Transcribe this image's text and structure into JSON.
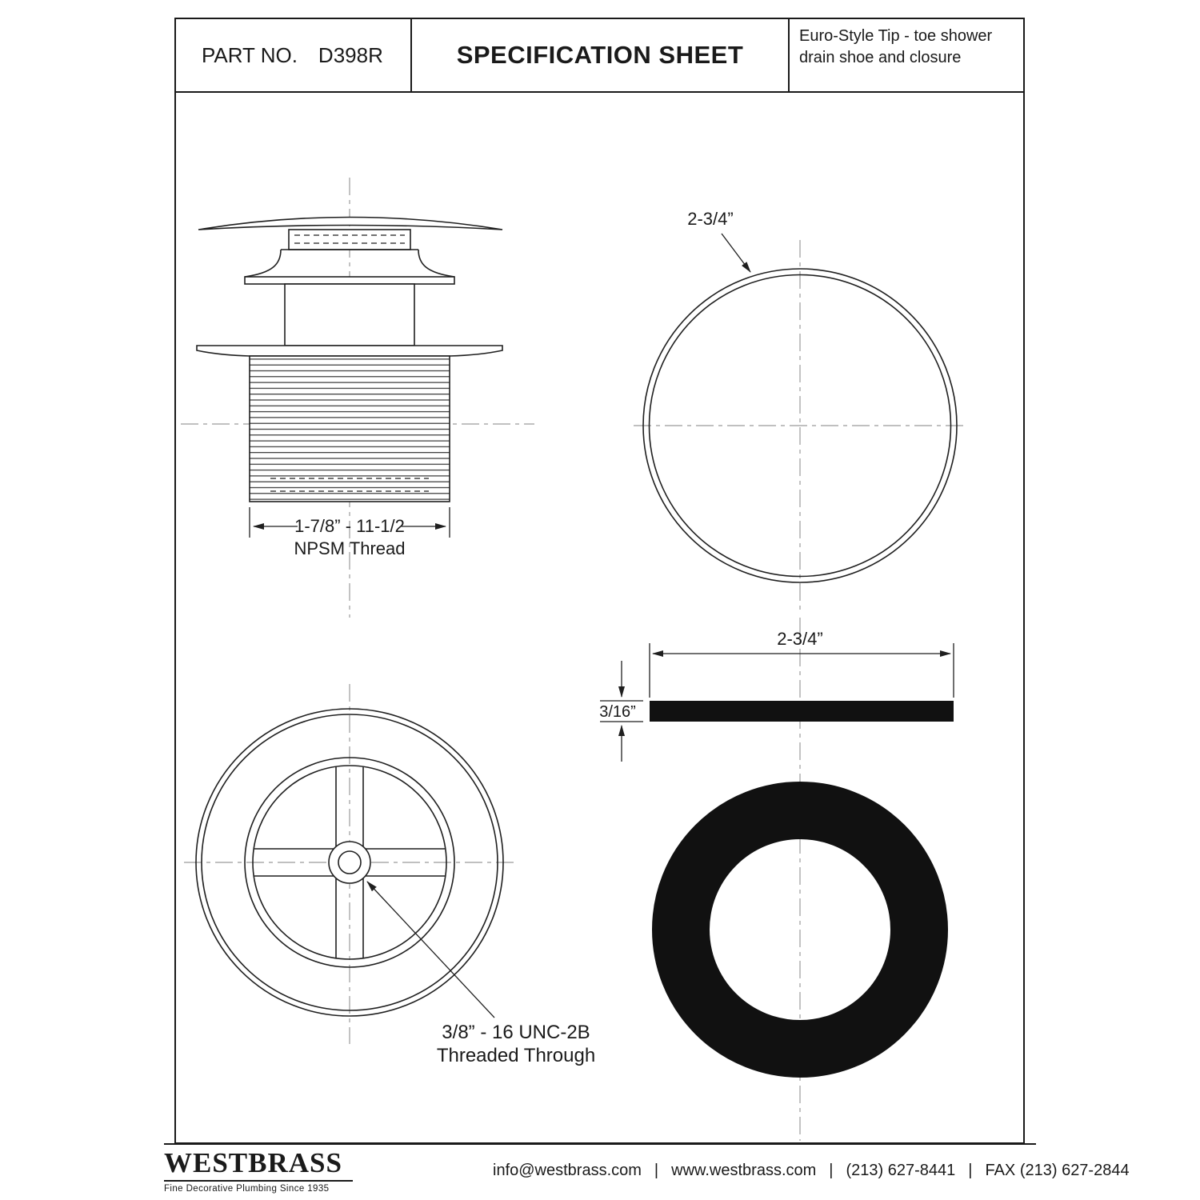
{
  "header": {
    "part_label": "PART NO.",
    "part_value": "D398R",
    "title": "SPECIFICATION SHEET",
    "description": "Euro-Style Tip - toe shower drain shoe and closure"
  },
  "drawings": {
    "side_view": {
      "thread_dim_line1": "1-7/8” - 11-1/2",
      "thread_dim_line2": "NPSM Thread"
    },
    "top_view": {
      "diameter": "2-3/4”"
    },
    "bottom_view": {
      "note_line1": "3/8” - 16 UNC-2B",
      "note_line2": "Threaded Through"
    },
    "gasket": {
      "width": "2-3/4”",
      "thickness": "3/16”"
    }
  },
  "footer": {
    "brand": "WESTBRASS",
    "tagline": "Fine Decorative Plumbing Since 1935",
    "separator": "|",
    "email": "info@westbrass.com",
    "website": "www.westbrass.com",
    "phone": "(213) 627-8441",
    "fax": "FAX (213) 627-2844"
  }
}
